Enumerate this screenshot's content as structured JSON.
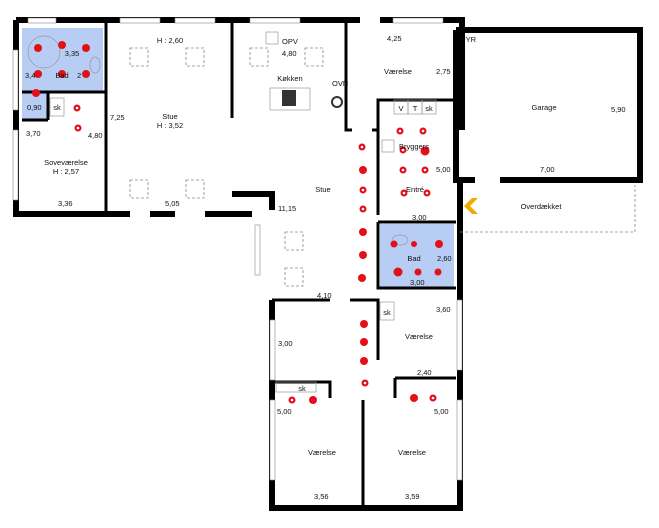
{
  "rooms": {
    "bad1": "Bad",
    "sovevaerelse": "Soveværelse",
    "sovevaerelse_h": "H : 2,57",
    "stue1": "Stue",
    "stue1_h": "H : 3,52",
    "stue1_h2": "H : 2,60",
    "kokken": "Køkken",
    "vaerelse_top": "Værelse",
    "garage": "Garage",
    "bryggers": "Bryggers",
    "entre": "Entré",
    "stue2": "Stue",
    "bad2": "Bad",
    "overdaekket": "Overdækket",
    "vaerelse_mid": "Værelse",
    "vaerelse_bl": "Værelse",
    "vaerelse_br": "Værelse"
  },
  "fixtures": {
    "opv": "OPV",
    "ovn": "OVN",
    "fyr": "FYR",
    "v": "V",
    "t": "T",
    "sk1": "sk",
    "sk2": "sk",
    "sk3": "sk",
    "sk4": "sk"
  },
  "dimensions": {
    "d_335": "3,35",
    "d_34": "3,4",
    "d_2": "2",
    "d_090": "0,90",
    "d_370": "3,70",
    "d_480a": "4,80",
    "d_725": "7,25",
    "d_336": "3,36",
    "d_505": "5,05",
    "d_480b": "4,80",
    "d_425": "4,25",
    "d_275": "2,75",
    "d_590": "5,90",
    "d_700": "7,00",
    "d_500a": "5,00",
    "d_300a": "3,00",
    "d_1115": "11,15",
    "d_260": "2,60",
    "d_300b": "3,00",
    "d_410": "4,10",
    "d_360": "3,60",
    "d_300c": "3,00",
    "d_240": "2,40",
    "d_500b": "5,00",
    "d_500c": "5,00",
    "d_356": "3,56",
    "d_359": "3,59"
  },
  "colors": {
    "wet_room": "#b8cdf3",
    "marker": "#e3101a",
    "entrance_arrow": "#f2a900"
  }
}
